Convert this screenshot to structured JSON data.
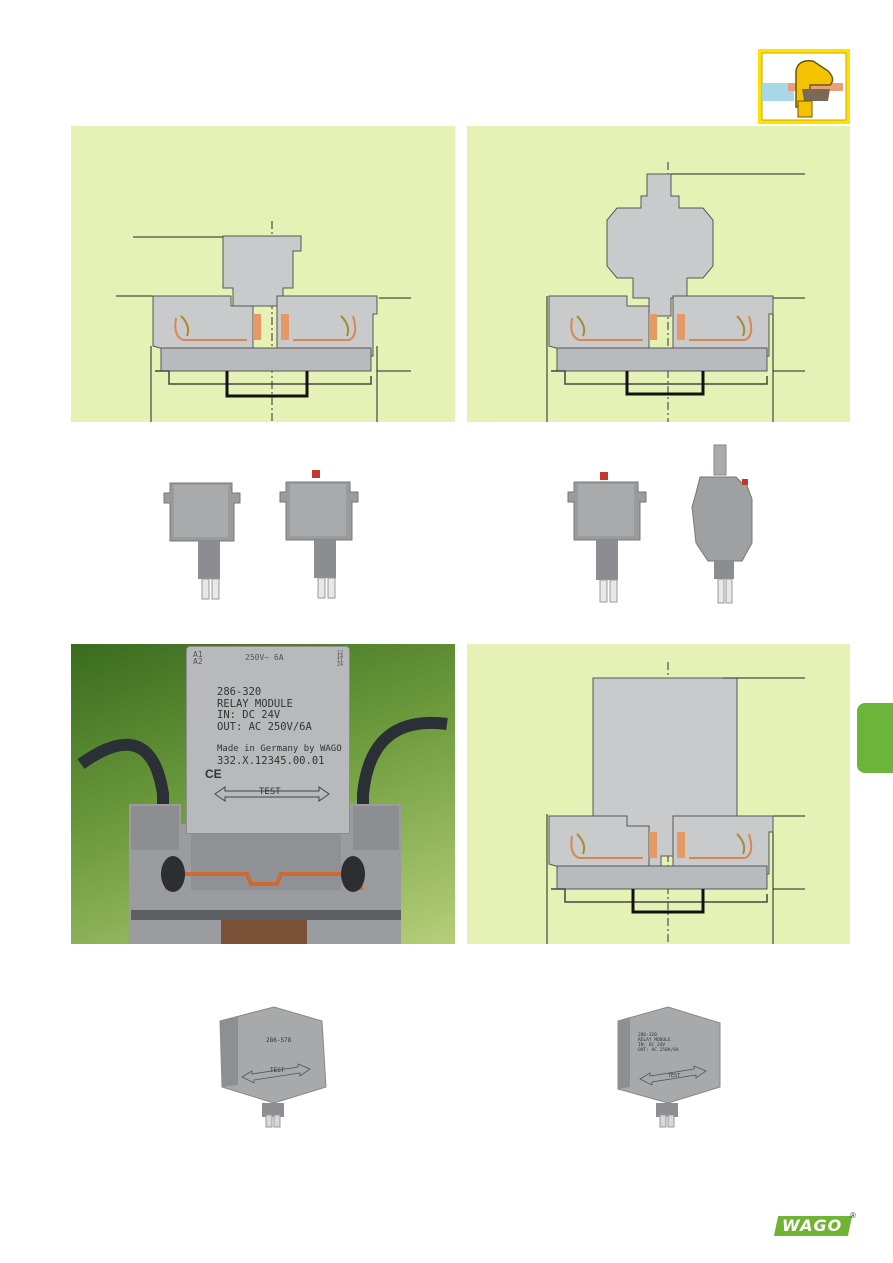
{
  "page": {
    "colors": {
      "panel_background": "#e6f2b5",
      "photo_green": "#6c9a3c",
      "side_tab_green": "#6bb63a",
      "logo_green": "#71b433",
      "corner_icon_yellow": "#ffe100",
      "module_gray": "#b7b9bb",
      "copper": "#d9874e"
    }
  },
  "corner_icon": {
    "icon": "wire-clamp-icon"
  },
  "relay_photo": {
    "label_lines": [
      "286-320",
      "RELAY MODULE",
      "IN: DC 24V",
      "OUT: AC 250V/6A",
      "",
      "Made in Germany by WAGO",
      "332.X.12345.00.01"
    ],
    "ce_mark": "CE",
    "test_label": "TEST",
    "header_left": "A1\nA2",
    "header_center": "250V~ 6A",
    "header_right": "12\n14\n11\n24"
  },
  "bottom_left_module": {
    "part_number": "286-578",
    "test_label": "TEST"
  },
  "bottom_right_module": {
    "label_lines": [
      "286-320",
      "RELAY MODULE",
      "IN: DC 24V",
      "OUT: AC 250V/6A"
    ],
    "test_label": "TEST"
  },
  "side_tab": {
    "color": "#6bb63a"
  },
  "footer": {
    "logo_text": "WAGO",
    "logo_registered": "®"
  }
}
